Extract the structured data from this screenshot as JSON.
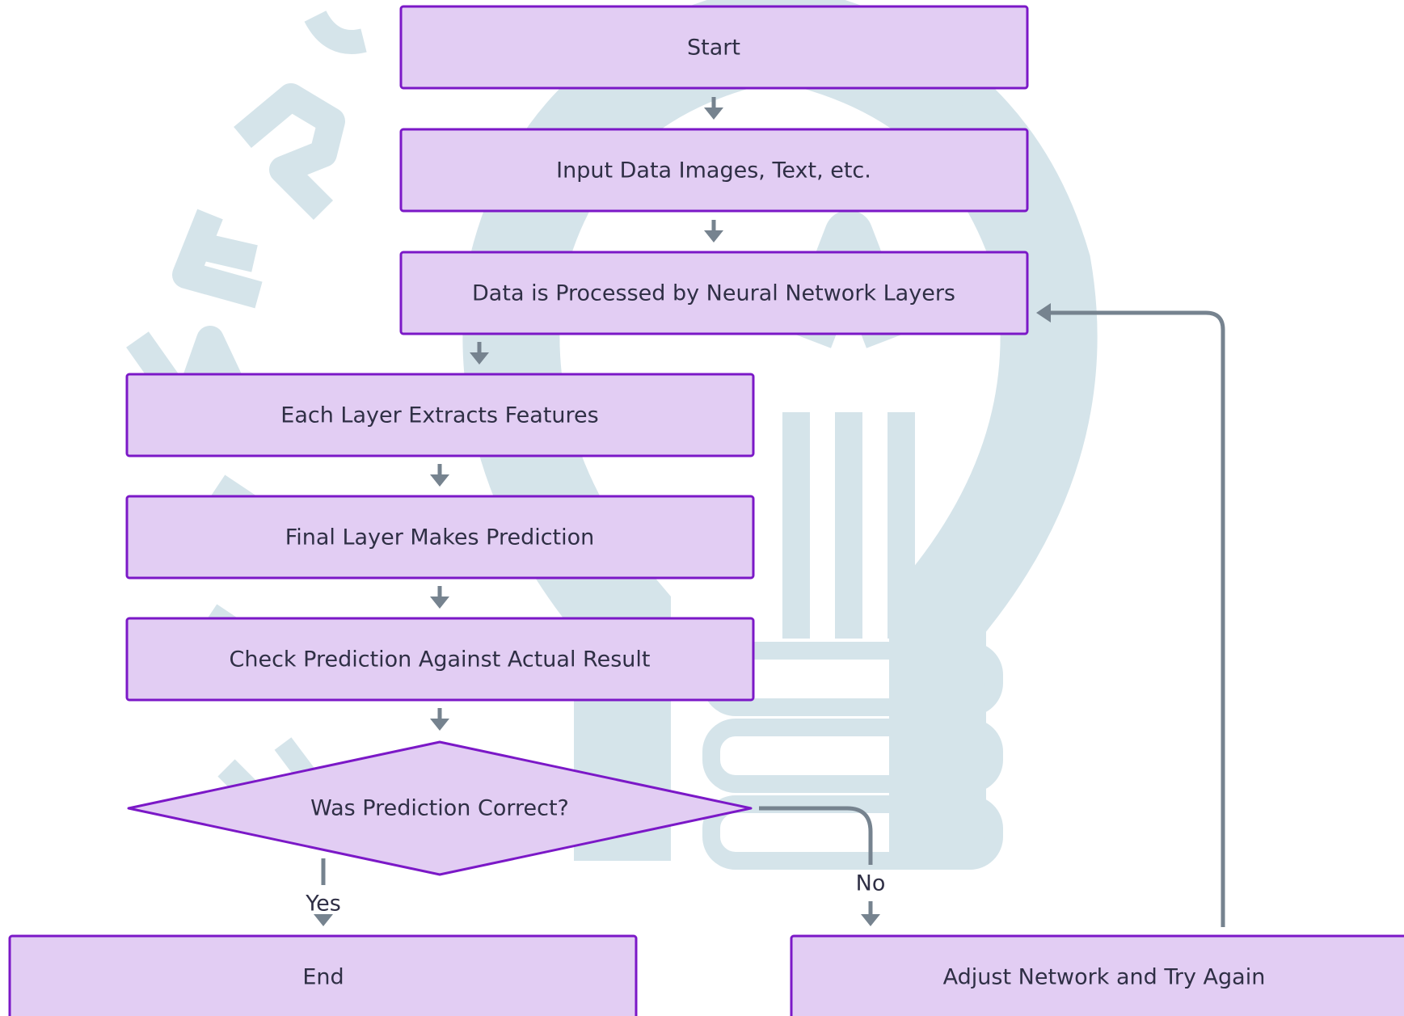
{
  "diagram": {
    "type": "flowchart",
    "colors": {
      "node_fill": "#e2cdf3",
      "node_border": "#7b18c7",
      "node_text": "#2f2f45",
      "edge": "#76838f",
      "watermark": "#d5e4ea"
    },
    "nodes": {
      "start": "Start",
      "input_data": "Input Data Images, Text, etc.",
      "processed": "Data is Processed by Neural Network Layers",
      "extract": "Each Layer Extracts Features",
      "prediction": "Final Layer Makes Prediction",
      "check": "Check Prediction Against Actual Result",
      "decision": "Was Prediction Correct?",
      "end": "End",
      "adjust": "Adjust Network and Try Again"
    },
    "edges": [
      {
        "from": "start",
        "to": "input_data",
        "label": ""
      },
      {
        "from": "input_data",
        "to": "processed",
        "label": ""
      },
      {
        "from": "processed",
        "to": "extract",
        "label": ""
      },
      {
        "from": "extract",
        "to": "prediction",
        "label": ""
      },
      {
        "from": "prediction",
        "to": "check",
        "label": ""
      },
      {
        "from": "check",
        "to": "decision",
        "label": ""
      },
      {
        "from": "decision",
        "to": "end",
        "label": "Yes"
      },
      {
        "from": "decision",
        "to": "adjust",
        "label": "No"
      },
      {
        "from": "adjust",
        "to": "processed",
        "label": ""
      }
    ],
    "edge_labels": {
      "yes": "Yes",
      "no": "No"
    }
  }
}
